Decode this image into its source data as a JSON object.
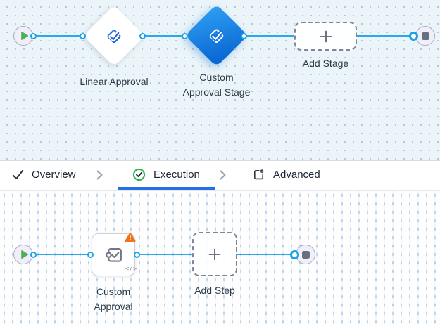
{
  "stage_editor": {
    "nodes": {
      "start": {
        "type": "start"
      },
      "linear_approval": {
        "label": "Linear Approval",
        "selected": false
      },
      "custom_approval_stage": {
        "label": "Custom Approval Stage",
        "selected": true
      },
      "add_stage": {
        "label": "Add Stage"
      },
      "end": {
        "type": "end"
      }
    }
  },
  "tab_bar": {
    "tabs": [
      {
        "label": "Overview",
        "icon": "check-icon",
        "active": false
      },
      {
        "label": "Execution",
        "icon": "check-circle-success-icon",
        "active": true
      },
      {
        "label": "Advanced",
        "icon": "settings-square-icon",
        "active": false
      }
    ]
  },
  "step_editor": {
    "nodes": {
      "start": {
        "type": "start"
      },
      "custom_approval": {
        "label": "Custom Approval",
        "has_warning": true,
        "code_glyph": "</>"
      },
      "add_step": {
        "label": "Add Step"
      },
      "end": {
        "type": "end"
      }
    }
  },
  "colors": {
    "connector_blue": "#2aa9e8",
    "canvas_stage_bg": "#ebf5f9",
    "selected_node_gradient_start": "#2f9ff2",
    "selected_node_gradient_end": "#0a68d3",
    "approval_icon_blue": "#2066d2",
    "warning_orange": "#f2711c",
    "success_green": "#2db64d",
    "active_tab_underline": "#2571e0",
    "start_play_green": "#4fae57",
    "end_square_gray": "#68707e"
  }
}
